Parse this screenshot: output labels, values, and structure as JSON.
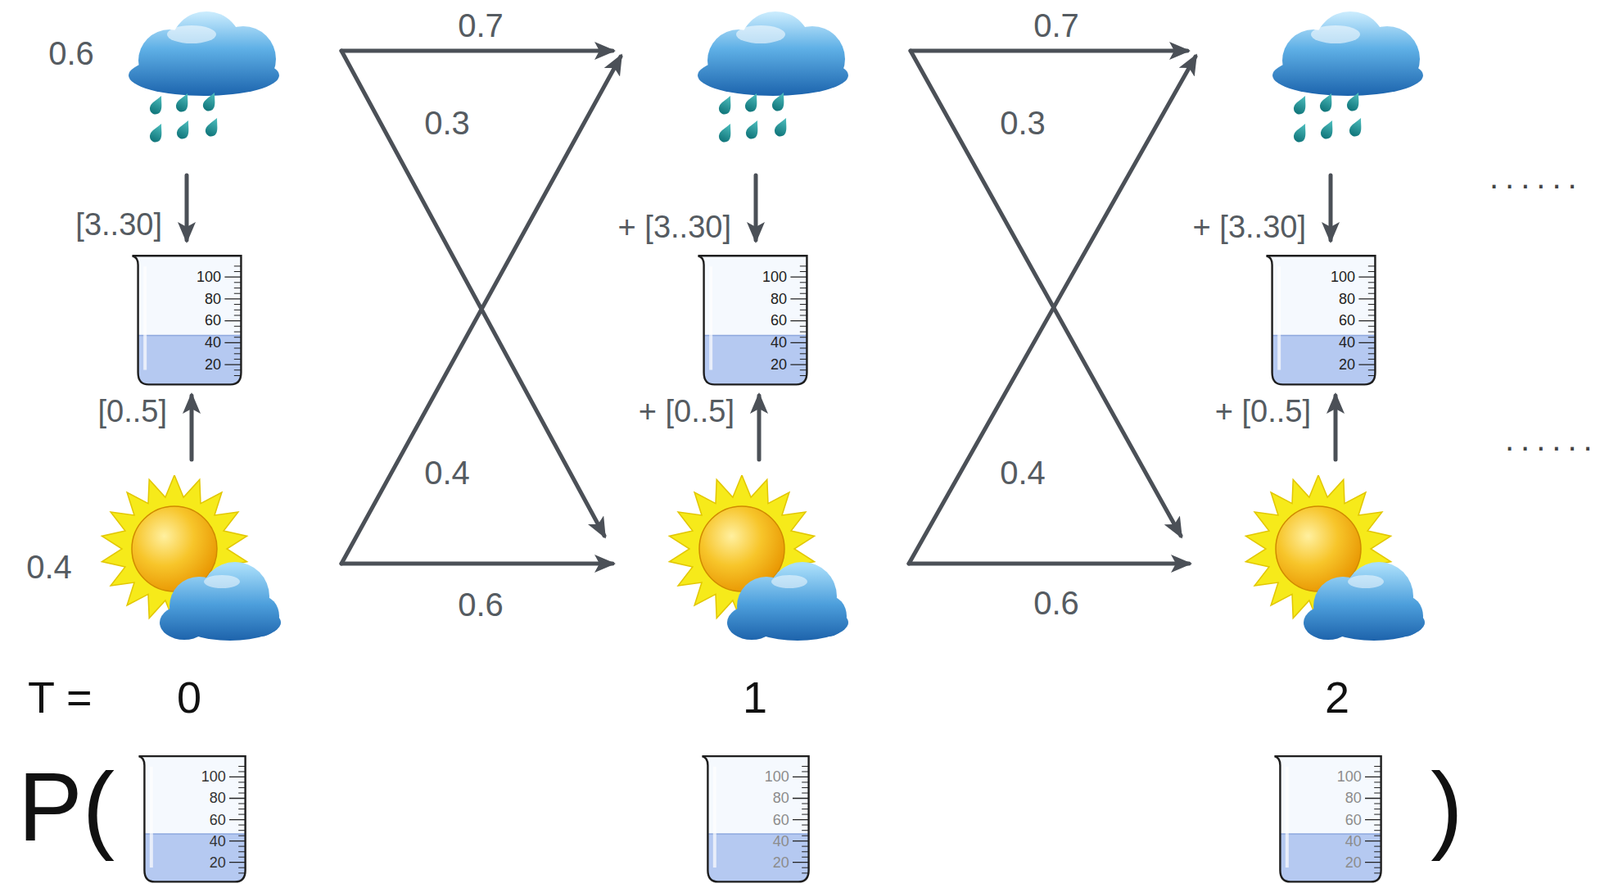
{
  "diagram": {
    "nodes": [
      {
        "text": [
          "0.6"
        ]
      },
      {
        "text": []
      },
      {
        "text": []
      },
      {
        "text": [
          "100",
          "80",
          "60",
          "40",
          "20"
        ]
      },
      {
        "text": [
          "100",
          "80",
          "60",
          "40",
          "20"
        ]
      },
      {
        "text": [
          "100",
          "80",
          "60",
          "40",
          "20"
        ]
      },
      {
        "text": [
          "0.4"
        ]
      },
      {
        "text": []
      },
      {
        "text": []
      },
      {
        "text": [
          "100",
          "80",
          "60",
          "40",
          "20"
        ]
      },
      {
        "text": [
          "100",
          "80",
          "60",
          "40",
          "20"
        ]
      },
      {
        "text": [
          "100",
          "80",
          "60",
          "40",
          "20"
        ]
      }
    ],
    "edges": [
      {
        "from": 0,
        "to": 1,
        "label": "0.7",
        "arrow": "to"
      },
      {
        "from": 0,
        "to": 7,
        "label": "0.3",
        "arrow": "to"
      },
      {
        "from": 6,
        "to": 1,
        "label": "0.4",
        "arrow": "to"
      },
      {
        "from": 6,
        "to": 7,
        "label": "0.6",
        "arrow": "to"
      },
      {
        "from": 1,
        "to": 2,
        "label": "0.7",
        "arrow": "to"
      },
      {
        "from": 1,
        "to": 8,
        "label": "0.3",
        "arrow": "to"
      },
      {
        "from": 7,
        "to": 2,
        "label": "0.4",
        "arrow": "to"
      },
      {
        "from": 7,
        "to": 8,
        "label": "0.6",
        "arrow": "to"
      },
      {
        "from": 0,
        "to": 3,
        "label": "[3..30]",
        "arrow": "to"
      },
      {
        "from": 6,
        "to": 3,
        "label": "[0..5]",
        "arrow": "to"
      },
      {
        "from": 1,
        "to": 4,
        "label": "+ [3..30]",
        "arrow": "to"
      },
      {
        "from": 7,
        "to": 4,
        "label": "+ [0..5]",
        "arrow": "to"
      },
      {
        "from": 2,
        "to": 5,
        "label": "+ [3..30]",
        "arrow": "to"
      },
      {
        "from": 8,
        "to": 5,
        "label": "+ [0..5]",
        "arrow": "to"
      }
    ],
    "labels": [
      "......",
      "......",
      "T =",
      "0",
      "1",
      "2",
      "P(",
      ")"
    ]
  }
}
